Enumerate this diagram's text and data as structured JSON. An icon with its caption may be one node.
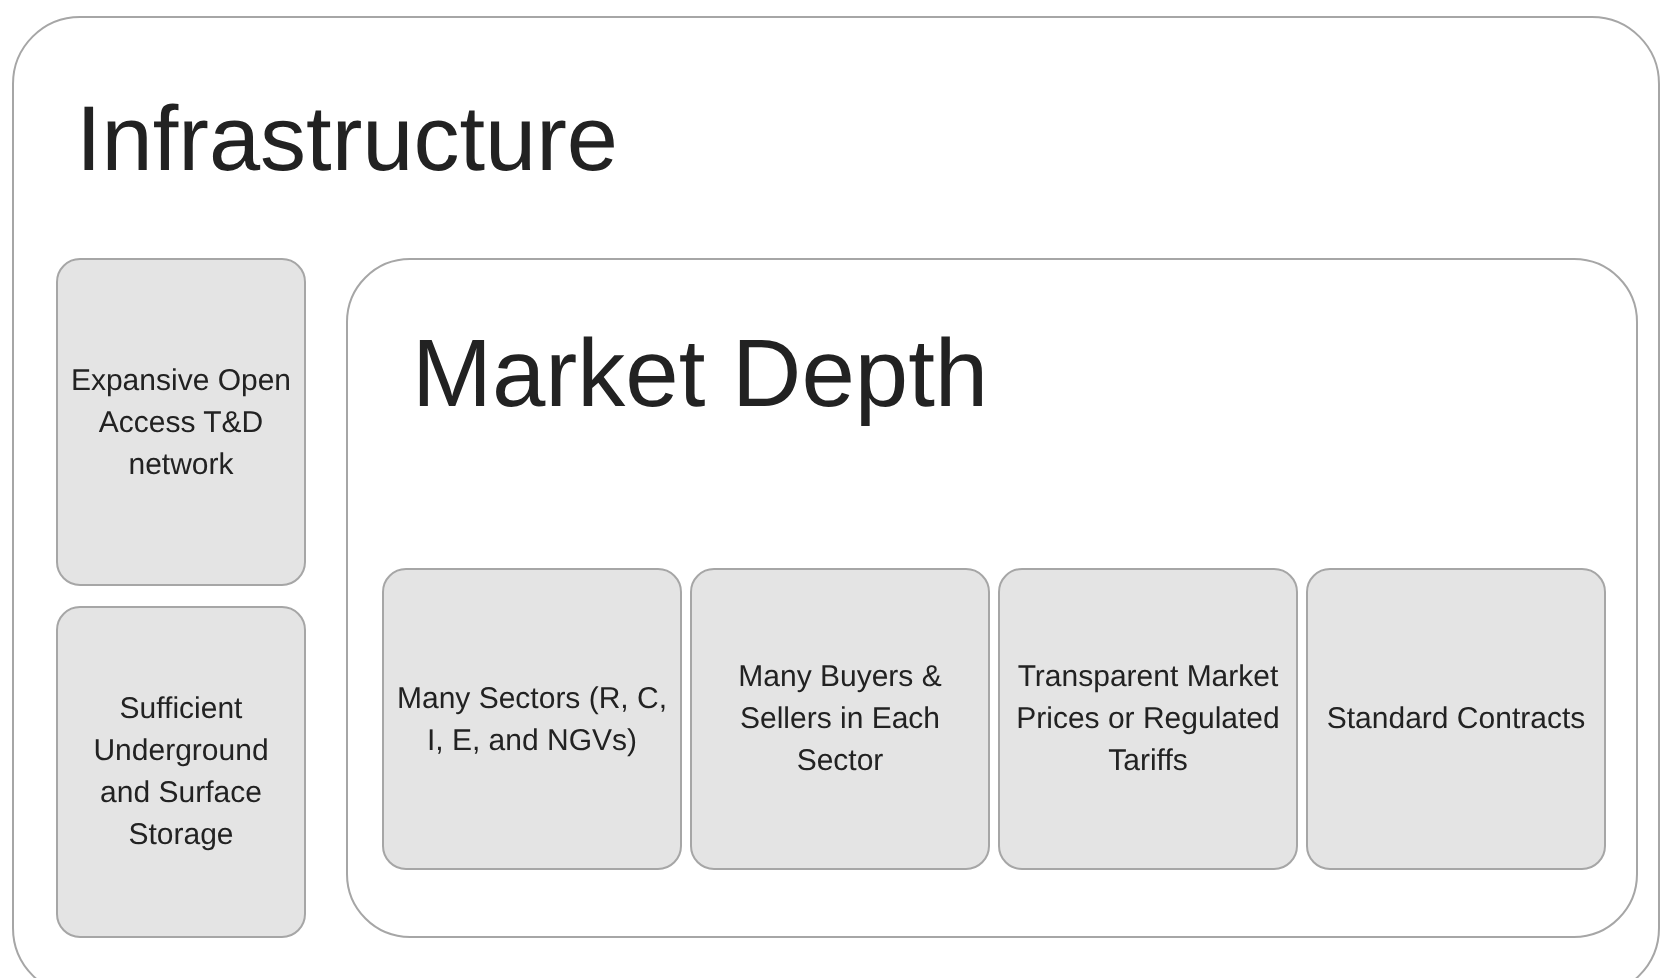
{
  "diagram": {
    "nodes": [
      {
        "text": [
          "Infrastructure"
        ]
      },
      {
        "text": [
          "Expansive Open Access T&D network"
        ],
        "in": 0
      },
      {
        "text": [
          "Sufficient Underground and Surface Storage"
        ],
        "in": 0
      },
      {
        "text": [
          "Market Depth"
        ],
        "in": 0
      },
      {
        "text": [
          "Many Sectors (R, C, I, E, and NGVs)"
        ],
        "in": 3
      },
      {
        "text": [
          "Many Buyers & Sellers in Each Sector"
        ],
        "in": 3
      },
      {
        "text": [
          "Transparent Market Prices or Regulated Tariffs"
        ],
        "in": 3
      },
      {
        "text": [
          "Standard Contracts"
        ],
        "in": 3
      }
    ],
    "edges": []
  }
}
